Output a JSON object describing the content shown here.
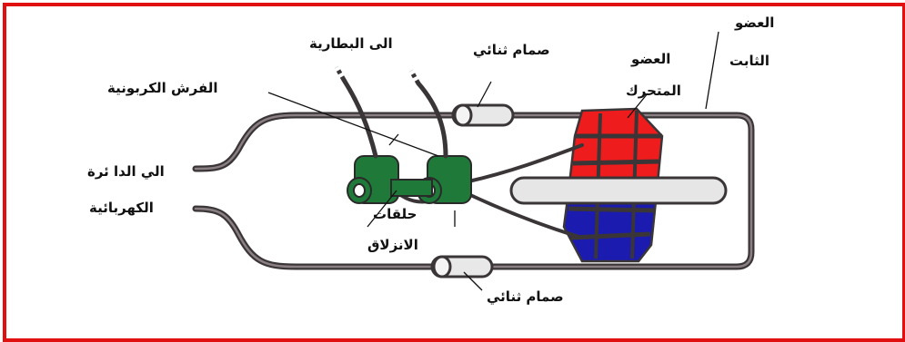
{
  "labels": {
    "to_battery": "الى البطارية",
    "diode_top": "صمام ثنائي",
    "fixed_member_line1": "العضو",
    "fixed_member_line2": "الثابت",
    "moving_member_line1": "العضو",
    "moving_member_line2": "المتحرك",
    "carbon_brushes": "الفرش الكربونية",
    "to_circuit_line1": "الي الدا ئرة",
    "to_circuit_line2": "الكهربائية",
    "slip_rings_line1": "حلقات",
    "slip_rings_line2": "الانزلاق",
    "diode_bottom": "صمام ثنائي"
  },
  "colors": {
    "frame": "#e01010",
    "wire": "#3a3536",
    "wire_inner": "#8a7f82",
    "rings": "#1f7a3a",
    "magnet_north": "#ee1c1c",
    "magnet_south": "#1b1bb0",
    "diode": "#e8e8e8"
  }
}
